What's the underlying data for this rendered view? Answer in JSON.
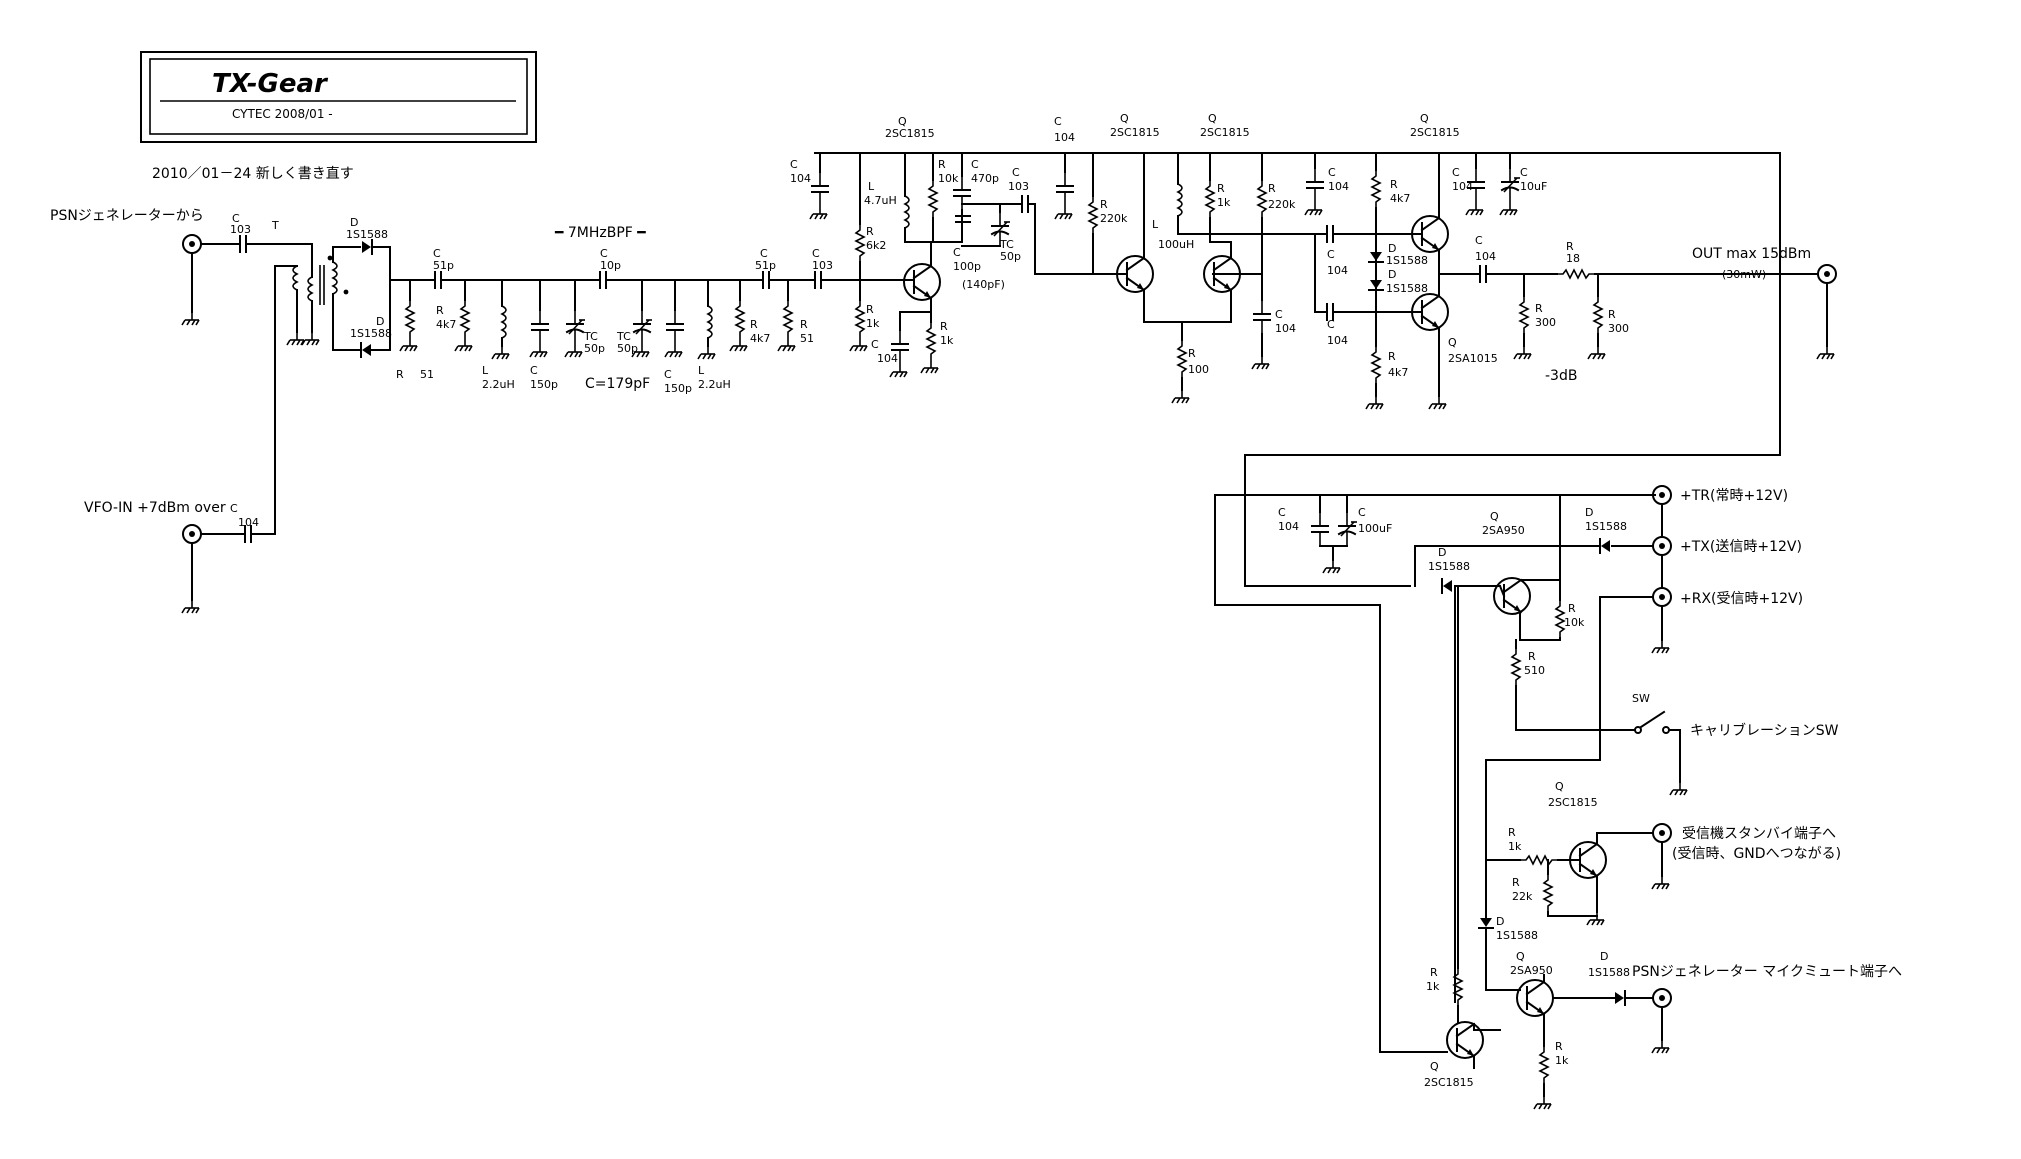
{
  "title_block": {
    "title": "TX-Gear",
    "subtitle": "CYTEC 2008/01 -"
  },
  "note": "2010／01－24 新しく書き直す",
  "io": {
    "psn_in": "PSNジェネレーターから",
    "vfo_in": "VFO-IN +7dBm over",
    "out": "OUT max 15dBm",
    "out_sub": "(30mW)",
    "tr": "+TR(常時+12V)",
    "tx": "+TX(送信時+12V)",
    "rx": "+RX(受信時+12V)",
    "cal_sw": "キャリブレーションSW",
    "standby": "受信機スタンバイ端子へ",
    "standby_sub": "(受信時、GNDへつながる)",
    "psn_mute": "PSNジェネレーター マイクミュート端子へ"
  },
  "bpf": {
    "label": "7MHzBPF",
    "cap_note": "C=179pF"
  },
  "att_label": "-3dB",
  "letters": {
    "C": "C",
    "R": "R",
    "L": "L",
    "D": "D",
    "Q": "Q",
    "T": "T",
    "TC": "TC",
    "SW": "SW"
  },
  "values": {
    "c103": "103",
    "c104": "104",
    "c51p": "51p",
    "c10p": "10p",
    "c150p": "150p",
    "c50p": "50p",
    "c470p": "470p",
    "c100p": "100p",
    "c140p": "(140pF)",
    "c10uf": "10uF",
    "c100uf": "100uF",
    "r51": "51",
    "r4k7": "4k7",
    "r6k2": "6k2",
    "r1k": "1k",
    "r10k": "10k",
    "r220k": "220k",
    "r100": "100",
    "r18": "18",
    "r300": "300",
    "r510": "510",
    "r22k": "22k",
    "l22uh": "2.2uH",
    "l47uh": "4.7uH",
    "l100uh": "100uH",
    "d1s1588": "1S1588",
    "q2sc1815": "2SC1815",
    "q2sa1015": "2SA1015",
    "q2sa950": "2SA950"
  }
}
